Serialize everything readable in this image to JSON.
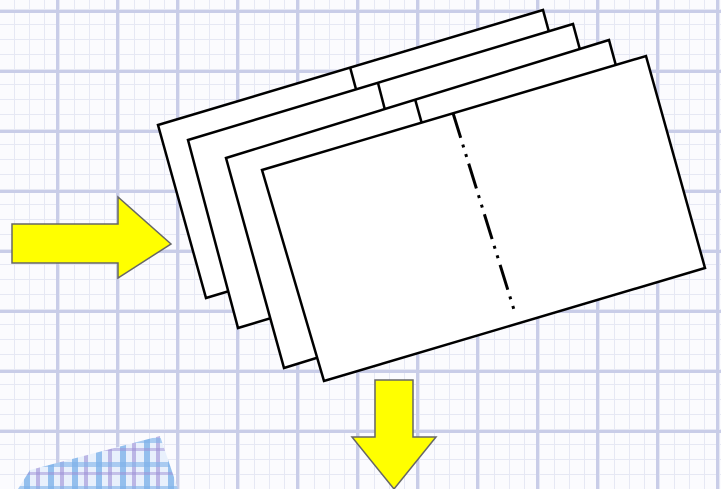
{
  "diagram": {
    "sheets": [
      {
        "id": "sheet-1",
        "fold_line": "solid"
      },
      {
        "id": "sheet-2",
        "fold_line": "solid"
      },
      {
        "id": "sheet-3",
        "fold_line": "solid"
      },
      {
        "id": "sheet-4",
        "fold_line": "dash-dot"
      }
    ],
    "arrows": [
      {
        "id": "input-arrow",
        "direction": "right"
      },
      {
        "id": "output-arrow",
        "direction": "down"
      }
    ],
    "colors": {
      "arrow_fill": "#ffff00",
      "arrow_stroke": "#666666",
      "sheet_fill": "#ffffff",
      "sheet_stroke": "#000000",
      "plaid_accent": "#5aa0e0"
    }
  }
}
